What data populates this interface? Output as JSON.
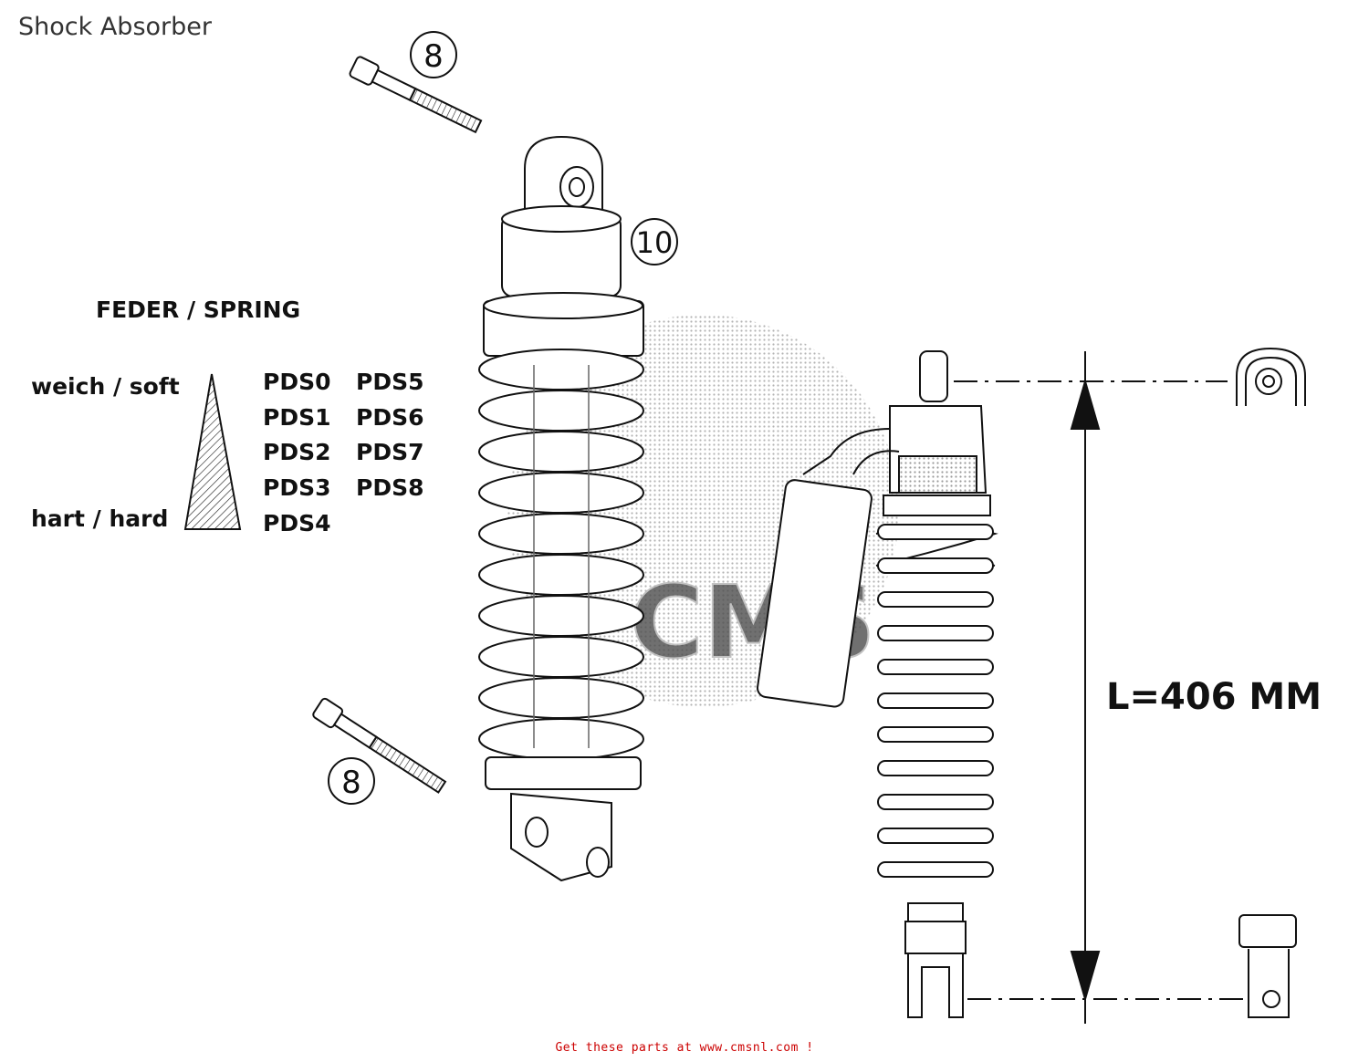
{
  "page": {
    "title": "Shock Absorber"
  },
  "callouts": [
    {
      "num": "8"
    },
    {
      "num": "10"
    },
    {
      "num": "8"
    }
  ],
  "spring_legend": {
    "heading": "FEDER / SPRING",
    "soft_label": "weich / soft",
    "hard_label": "hart / hard",
    "codes_col1": [
      "PDS0",
      "PDS1",
      "PDS2",
      "PDS3",
      "PDS4"
    ],
    "codes_col2": [
      "PDS5",
      "PDS6",
      "PDS7",
      "PDS8"
    ]
  },
  "dimension": {
    "label": "L=406 MM"
  },
  "watermark": {
    "text": "CMS"
  },
  "footer": {
    "text": "Get these parts at www.cmsnl.com !"
  }
}
